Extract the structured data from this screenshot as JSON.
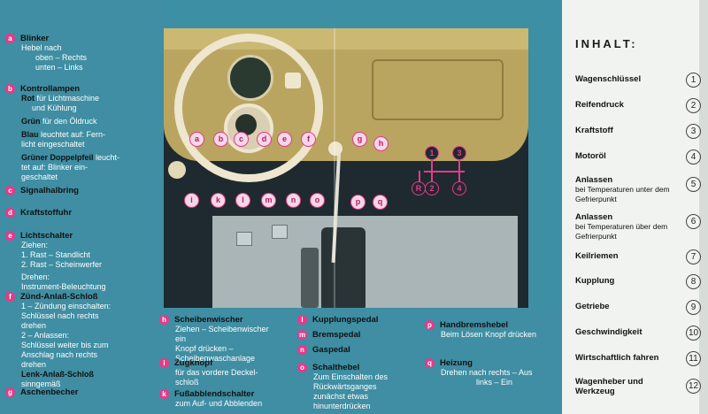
{
  "legend": [
    {
      "letter": "a",
      "title": "Blinker",
      "lines": [
        "Hebel nach",
        "oben – Rechts",
        "unten – Links"
      ]
    },
    {
      "letter": "b",
      "title": "Kontrollampen",
      "lines_rich": [
        {
          "b": "Rot",
          "t": " für Lichtmaschine"
        },
        {
          "b": "",
          "t": "und Kühlung"
        },
        {
          "b": "Grün",
          "t": " für den Öldruck"
        },
        {
          "b": "Blau",
          "t": " leuchtet auf: Fern-"
        },
        {
          "b": "",
          "t": "licht eingeschaltet"
        },
        {
          "b": "Grüner Doppelpfeil",
          "t": " leucht-"
        },
        {
          "b": "",
          "t": "tet auf: Blinker ein-"
        },
        {
          "b": "",
          "t": "geschaltet"
        }
      ]
    },
    {
      "letter": "c",
      "title": "Signalhalbring",
      "lines": []
    },
    {
      "letter": "d",
      "title": "Kraftstoffuhr",
      "lines": []
    },
    {
      "letter": "e",
      "title": "Lichtschalter",
      "lines": [
        "Ziehen:",
        "1. Rast – Standlicht",
        "2. Rast – Scheinwerfer",
        "Drehen:",
        "Instrument-Beleuchtung"
      ]
    },
    {
      "letter": "f",
      "title": "Zünd-Anlaß-Schloß",
      "lines": [
        "1 – Zündung einschalten:",
        "Schlüssel nach rechts",
        "drehen",
        "2 – Anlassen:",
        "Schlüssel weiter bis zum",
        "Anschlag nach rechts",
        "drehen"
      ],
      "extra_title": "Lenk-Anlaß-Schloß",
      "extra_line": "sinngemäß"
    },
    {
      "letter": "g",
      "title": "Aschenbecher",
      "lines": []
    }
  ],
  "bottom": [
    {
      "letter": "h",
      "title": "Scheibenwischer",
      "lines": [
        "Ziehen – Scheibenwischer",
        "ein",
        "Knopf drücken –",
        "Scheibenwaschanlage"
      ]
    },
    {
      "letter": "i",
      "title": "Zugknopf",
      "lines": [
        "für das vordere Deckel-",
        "schloß"
      ]
    },
    {
      "letter": "k",
      "title": "Fußabblendschalter",
      "lines": [
        "zum Auf- und Abblenden"
      ]
    },
    {
      "letter": "l",
      "title": "Kupplungspedal",
      "lines": []
    },
    {
      "letter": "m",
      "title": "Bremspedal",
      "lines": []
    },
    {
      "letter": "n",
      "title": "Gaspedal",
      "lines": []
    },
    {
      "letter": "o",
      "title": "Schalthebel",
      "lines": [
        "Zum Einschalten des",
        "Rückwärtsganges",
        "zunächst etwas",
        "hinunterdrücken"
      ]
    },
    {
      "letter": "p",
      "title": "Handbremshebel",
      "lines": [
        "Beim Lösen Knopf drücken"
      ]
    },
    {
      "letter": "q",
      "title": "Heizung",
      "lines": [
        "Drehen nach rechts – Aus",
        "links – Ein"
      ]
    }
  ],
  "inhalt": {
    "title": "INHALT:",
    "items": [
      {
        "num": "1",
        "title": "Wagenschlüssel",
        "sub": ""
      },
      {
        "num": "2",
        "title": "Reifendruck",
        "sub": ""
      },
      {
        "num": "3",
        "title": "Kraftstoff",
        "sub": ""
      },
      {
        "num": "4",
        "title": "Motoröl",
        "sub": ""
      },
      {
        "num": "5",
        "title": "Anlassen",
        "sub": "bei Temperaturen unter dem Gefrierpunkt"
      },
      {
        "num": "6",
        "title": "Anlassen",
        "sub": "bei Temperaturen über dem Gefrierpunkt"
      },
      {
        "num": "7",
        "title": "Keilriemen",
        "sub": ""
      },
      {
        "num": "8",
        "title": "Kupplung",
        "sub": ""
      },
      {
        "num": "9",
        "title": "Getriebe",
        "sub": ""
      },
      {
        "num": "10",
        "title": "Geschwindigkeit",
        "sub": ""
      },
      {
        "num": "11",
        "title": "Wirtschaftlich fahren",
        "sub": ""
      },
      {
        "num": "12",
        "title": "Wagenheber und Werkzeug",
        "sub": ""
      }
    ]
  },
  "photo_labels": [
    "a",
    "b",
    "c",
    "d",
    "e",
    "f",
    "g",
    "h",
    "i",
    "k",
    "l",
    "m",
    "n",
    "o",
    "p",
    "q"
  ],
  "gear_labels": [
    "1",
    "3",
    "R",
    "2",
    "4"
  ],
  "colors": {
    "accent": "#e8398a",
    "panel": "#3f8ea3",
    "paper": "#f1f3f1"
  }
}
